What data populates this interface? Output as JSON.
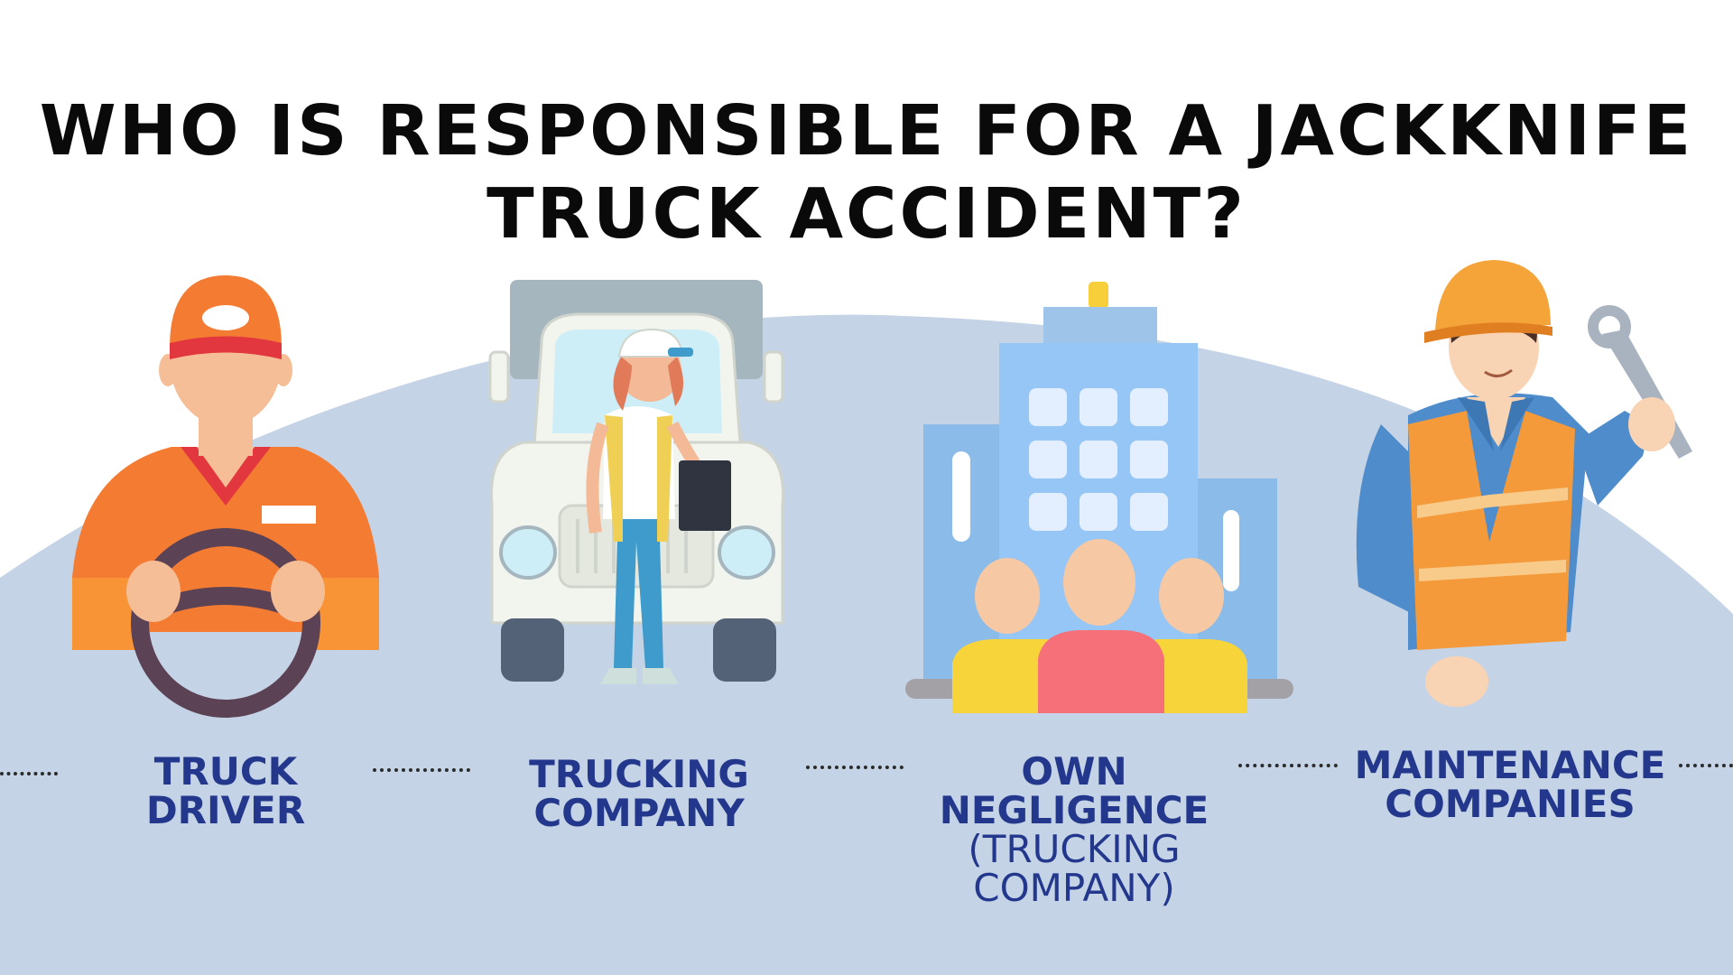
{
  "title": {
    "line1": "WHO IS RESPONSIBLE FOR A JACKKNIFE",
    "line2": "TRUCK ACCIDENT?"
  },
  "colors": {
    "background": "#ffffff",
    "hill": "#c5d3e6",
    "title_text": "#0a0a0a",
    "label_text": "#23388c"
  },
  "items": [
    {
      "label_line1": "TRUCK",
      "label_line2": "DRIVER",
      "icon": "truck-driver-icon"
    },
    {
      "label_line1": "TRUCKING",
      "label_line2": "COMPANY",
      "icon": "trucking-company-icon"
    },
    {
      "label_line1": "OWN",
      "label_line2": "NEGLIGENCE",
      "sub_line1": "(TRUCKING",
      "sub_line2": "COMPANY)",
      "icon": "office-building-icon"
    },
    {
      "label_line1": "MAINTENANCE",
      "label_line2": "COMPANIES",
      "icon": "maintenance-worker-icon"
    }
  ]
}
